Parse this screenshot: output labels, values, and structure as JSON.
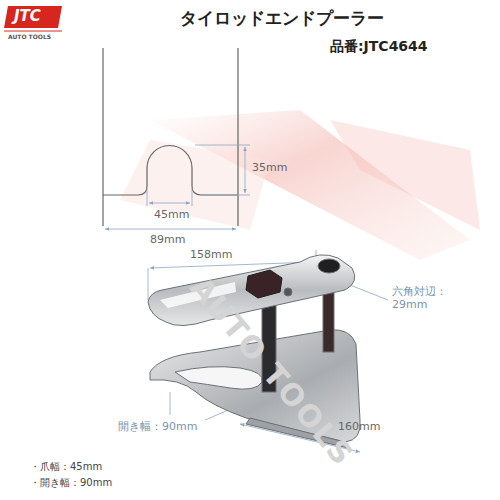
{
  "diagram": {
    "title": "タイロッドエンドプーラー",
    "labels": [
      "JTC",
      "AUTO TOOLS",
      "品番:JTC4644",
      "35mm",
      "45mm",
      "89mm",
      "158mm",
      "六角対辺：29mm",
      "開き幅：90mm",
      "160mm",
      "・爪幅：45mm",
      "・開き幅：90mm",
      "AUTO TOOLS"
    ]
  }
}
